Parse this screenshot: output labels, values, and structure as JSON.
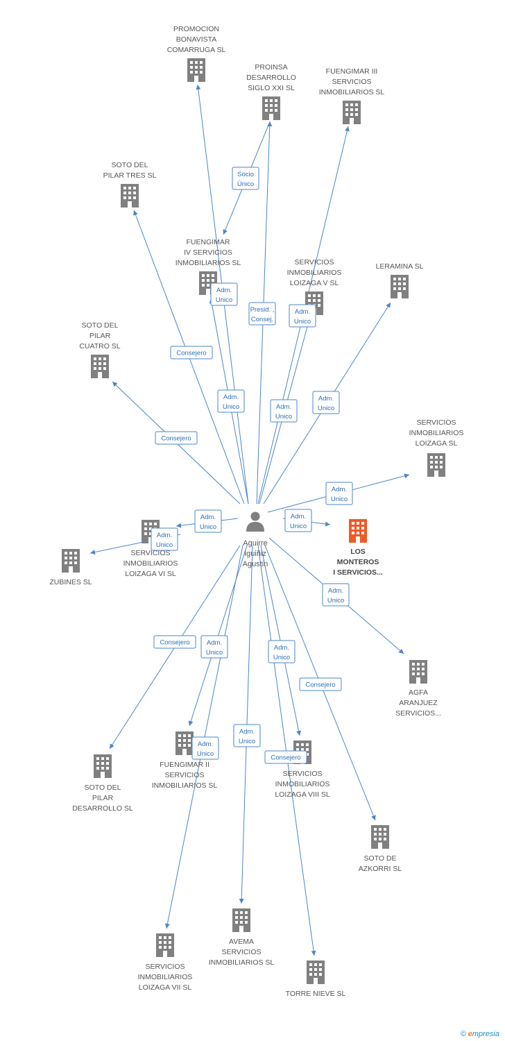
{
  "colors": {
    "edge": "#4a86c9",
    "company_icon": "#808080",
    "focus_icon": "#f05a28",
    "person_icon": "#808080",
    "role_text": "#2e6fb3"
  },
  "person": {
    "lines": [
      "Aguirre",
      "Iguiñiz",
      "Agustin"
    ]
  },
  "companies": [
    {
      "id": "promocion",
      "lines": [
        "PROMOCION",
        "BONAVISTA",
        "COMARRUGA SL"
      ]
    },
    {
      "id": "proinsa",
      "lines": [
        "PROINSA",
        "DESARROLLO",
        "SIGLO XXI SL"
      ]
    },
    {
      "id": "fuengimar3",
      "lines": [
        "FUENGIMAR III",
        "SERVICIOS",
        "INMOBILIARIOS SL"
      ]
    },
    {
      "id": "soto_tres",
      "lines": [
        "SOTO DEL",
        "PILAR TRES SL"
      ]
    },
    {
      "id": "fuengimar4",
      "lines": [
        "FUENGIMAR",
        "IV SERVICIOS",
        "INMOBILIARIOS SL"
      ]
    },
    {
      "id": "loizaga5",
      "lines": [
        "SERVICIOS",
        "INMOBILIARIOS",
        "LOIZAGA V SL"
      ]
    },
    {
      "id": "leramina",
      "lines": [
        "LERAMINA SL"
      ]
    },
    {
      "id": "soto_cuatro",
      "lines": [
        "SOTO DEL",
        "PILAR",
        "CUATRO SL"
      ]
    },
    {
      "id": "loizaga",
      "lines": [
        "SERVICIOS",
        "INMOBILIARIOS",
        "LOIZAGA SL"
      ]
    },
    {
      "id": "los_monteros",
      "lines": [
        "LOS",
        "MONTEROS",
        "I SERVICIOS..."
      ],
      "focus": true
    },
    {
      "id": "loizaga6",
      "lines": [
        "SERVICIOS",
        "INMOBILIARIOS",
        "LOIZAGA VI SL"
      ]
    },
    {
      "id": "zubines",
      "lines": [
        "ZUBINES SL"
      ]
    },
    {
      "id": "agfa",
      "lines": [
        "AGFA",
        "ARANJUEZ",
        "SERVICIOS..."
      ]
    },
    {
      "id": "soto_desarrollo",
      "lines": [
        "SOTO DEL",
        "PILAR",
        "DESARROLLO SL"
      ]
    },
    {
      "id": "fuengimar2",
      "lines": [
        "FUENGIMAR II",
        "SERVICIOS",
        "INMOBILIARIOS SL"
      ]
    },
    {
      "id": "loizaga8",
      "lines": [
        "SERVICIOS",
        "INMOBILIARIOS",
        "LOIZAGA VIII SL"
      ]
    },
    {
      "id": "soto_azkorri",
      "lines": [
        "SOTO DE",
        "AZKORRI SL"
      ]
    },
    {
      "id": "loizaga7",
      "lines": [
        "SERVICIOS",
        "INMOBILIARIOS",
        "LOIZAGA VII SL"
      ]
    },
    {
      "id": "avema",
      "lines": [
        "AVEMA",
        "SERVICIOS",
        "INMOBILIARIOS SL"
      ]
    },
    {
      "id": "torre_nieve",
      "lines": [
        "TORRE NIEVE SL"
      ]
    }
  ],
  "relations": [
    {
      "target": "promocion",
      "role": [
        "Adm.",
        "Unico"
      ]
    },
    {
      "target": "proinsa",
      "role": [
        "Presid. ,",
        "Consej."
      ]
    },
    {
      "target": "proinsa",
      "role": [
        "Socio",
        "Único"
      ],
      "from_company": true
    },
    {
      "target": "fuengimar3",
      "role": [
        "Adm.",
        "Unico"
      ]
    },
    {
      "target": "soto_tres",
      "role": [
        "Consejero"
      ]
    },
    {
      "target": "fuengimar4",
      "role": [
        "Adm.",
        "Unico"
      ]
    },
    {
      "target": "loizaga5",
      "role": [
        "Adm.",
        "Unico"
      ]
    },
    {
      "target": "leramina",
      "role": [
        "Adm.",
        "Unico"
      ]
    },
    {
      "target": "soto_cuatro",
      "role": [
        "Consejero"
      ]
    },
    {
      "target": "loizaga",
      "role": [
        "Adm.",
        "Unico"
      ]
    },
    {
      "target": "los_monteros",
      "role": [
        "Adm.",
        "Unico"
      ]
    },
    {
      "target": "loizaga6",
      "role": [
        "Adm.",
        "Unico"
      ]
    },
    {
      "target": "zubines",
      "role": [
        "Adm.",
        "Unico"
      ]
    },
    {
      "target": "agfa",
      "role": [
        "Adm.",
        "Unico"
      ]
    },
    {
      "target": "soto_desarrollo",
      "role": [
        "Consejero"
      ]
    },
    {
      "target": "fuengimar2",
      "role": [
        "Adm.",
        "Unico"
      ]
    },
    {
      "target": "loizaga8",
      "role": [
        "Adm.",
        "Unico"
      ]
    },
    {
      "target": "soto_azkorri",
      "role": [
        "Consejero"
      ]
    },
    {
      "target": "loizaga7",
      "role": [
        "Adm.",
        "Unico"
      ]
    },
    {
      "target": "avema",
      "role": [
        "Adm.",
        "Unico"
      ]
    },
    {
      "target": "torre_nieve",
      "role": [
        "Consejero"
      ]
    }
  ],
  "footer": {
    "copyright": "©",
    "brand_e": "e",
    "brand_rest": "mpresia"
  }
}
